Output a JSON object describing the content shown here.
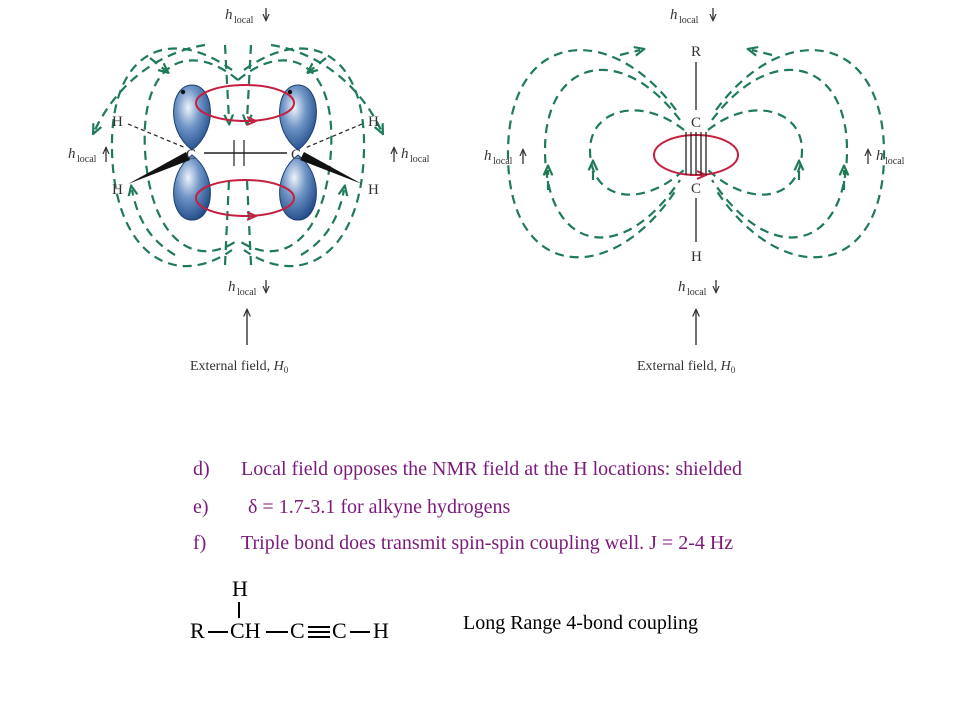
{
  "diagrams": {
    "alkene": {
      "h_local_top": "local",
      "h_local_left": "local",
      "h_local_right": "local",
      "h_local_bottom": "local",
      "external_field": "External field, ",
      "field_symbol": "H",
      "field_subscript": "0",
      "carbon_left": "C",
      "carbon_right": "C",
      "h_top_left": "H",
      "h_bottom_left": "H",
      "h_top_right": "H",
      "h_bottom_right": "H"
    },
    "alkyne": {
      "h_local_top": "local",
      "h_local_left": "local",
      "h_local_right": "local",
      "h_local_bottom": "local",
      "external_field": "External field, ",
      "field_symbol": "H",
      "field_subscript": "0",
      "r_label": "R",
      "carbon_top": "C",
      "carbon_bottom": "C",
      "h_label": "H"
    },
    "h_symbol": "h",
    "colors": {
      "field_lines": "#1e7a57",
      "current_loops": "#c4203f",
      "orbital": "#2c5a9a",
      "text": "#333333"
    }
  },
  "list": [
    {
      "marker": "d)",
      "text": "Local field opposes the NMR field at the H locations: shielded"
    },
    {
      "marker": "e)",
      "text": "δ = 1.7-3.1 for alkyne hydrogens"
    },
    {
      "marker": "f)",
      "text": "Triple bond does transmit spin-spin coupling well.  J = 2-4 Hz"
    }
  ],
  "formula": {
    "h_top": "H",
    "r": "R",
    "ch": "CH",
    "c1": "C",
    "c2": "C",
    "h_end": "H"
  },
  "long_range_label": "Long Range 4-bond coupling",
  "text_color": "#7b1a7b"
}
